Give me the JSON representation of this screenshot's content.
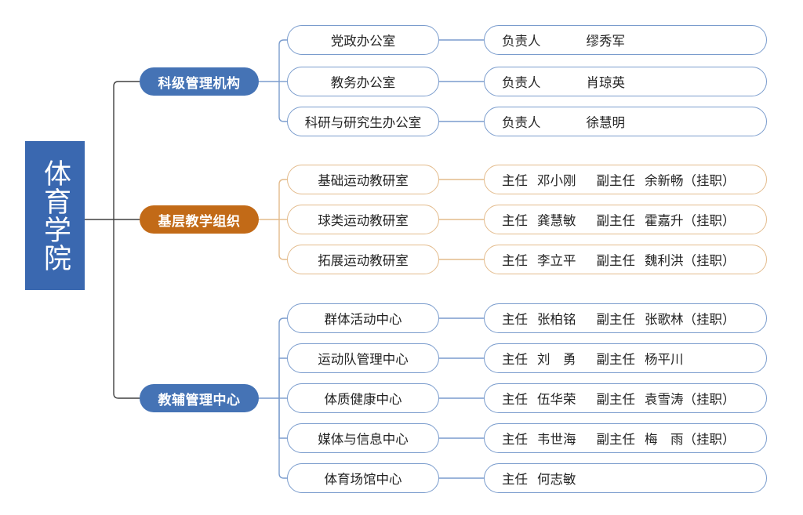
{
  "root": {
    "label": "体育学院",
    "color": "#3a68b0"
  },
  "palette": {
    "blue_pill": "#4573b5",
    "orange_pill": "#c26a17",
    "blue_border": "#7a9ccd",
    "tan_border": "#e3bb8c",
    "trunk_line": "#404040"
  },
  "groups": [
    {
      "category": "科级管理机构",
      "accent": "#4573b5",
      "style": "blue",
      "rows": [
        {
          "unit": "党政办公室",
          "role": "负责人",
          "name": "缪秀军",
          "role2": "",
          "name2": ""
        },
        {
          "unit": "教务办公室",
          "role": "负责人",
          "name": "肖琼英",
          "role2": "",
          "name2": ""
        },
        {
          "unit": "科研与研究生办公室",
          "role": "负责人",
          "name": "徐慧明",
          "role2": "",
          "name2": ""
        }
      ]
    },
    {
      "category": "基层教学组织",
      "accent": "#c26a17",
      "style": "tan",
      "rows": [
        {
          "unit": "基础运动教研室",
          "role": "主任",
          "name": "邓小刚",
          "role2": "副主任",
          "name2": "余新畅（挂职）"
        },
        {
          "unit": "球类运动教研室",
          "role": "主任",
          "name": "龚慧敏",
          "role2": "副主任",
          "name2": "霍嘉升（挂职）"
        },
        {
          "unit": "拓展运动教研室",
          "role": "主任",
          "name": "李立平",
          "role2": "副主任",
          "name2": "魏利洪（挂职）"
        }
      ]
    },
    {
      "category": "教辅管理中心",
      "accent": "#4573b5",
      "style": "blue",
      "rows": [
        {
          "unit": "群体活动中心",
          "role": "主任",
          "name": "张柏铭",
          "role2": "副主任",
          "name2": "张歌林（挂职）"
        },
        {
          "unit": "运动队管理中心",
          "role": "主任",
          "name": "刘　勇",
          "role2": "副主任",
          "name2": "杨平川"
        },
        {
          "unit": "体质健康中心",
          "role": "主任",
          "name": "伍华荣",
          "role2": "副主任",
          "name2": "袁雪涛（挂职）"
        },
        {
          "unit": "媒体与信息中心",
          "role": "主任",
          "name": "韦世海",
          "role2": "副主任",
          "name2": "梅　雨（挂职）"
        },
        {
          "unit": "体育场馆中心",
          "role": "主任",
          "name": "何志敏",
          "role2": "",
          "name2": ""
        }
      ]
    }
  ]
}
